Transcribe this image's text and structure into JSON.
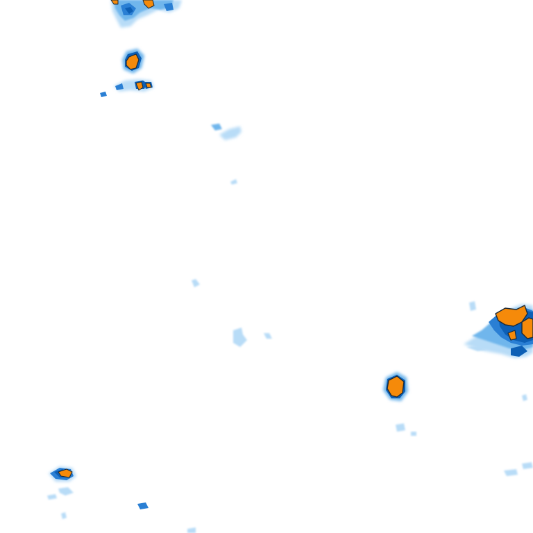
{
  "map": {
    "kind": "precipitation-radar-tile",
    "background_color": "#ffffff",
    "intensity_colors": {
      "very_light": "#b8dcf7",
      "light": "#6fb6ec",
      "moderate": "#2a7fd4",
      "heavy": "#0d5fb5",
      "intense": "#f58a0a",
      "intense_edge": "#1c2a38"
    },
    "cells": [
      {
        "name": "cell-top-left-cluster",
        "peak": "intense"
      },
      {
        "name": "cell-upper-left",
        "peak": "intense"
      },
      {
        "name": "cell-upper-left-band",
        "peak": "intense"
      },
      {
        "name": "cell-upper-center-small",
        "peak": "light"
      },
      {
        "name": "cell-east-edge-cluster",
        "peak": "intense"
      },
      {
        "name": "cell-south-center",
        "peak": "intense"
      },
      {
        "name": "cell-south-west",
        "peak": "intense"
      },
      {
        "name": "cell-scattered-light",
        "peak": "very_light"
      }
    ]
  }
}
